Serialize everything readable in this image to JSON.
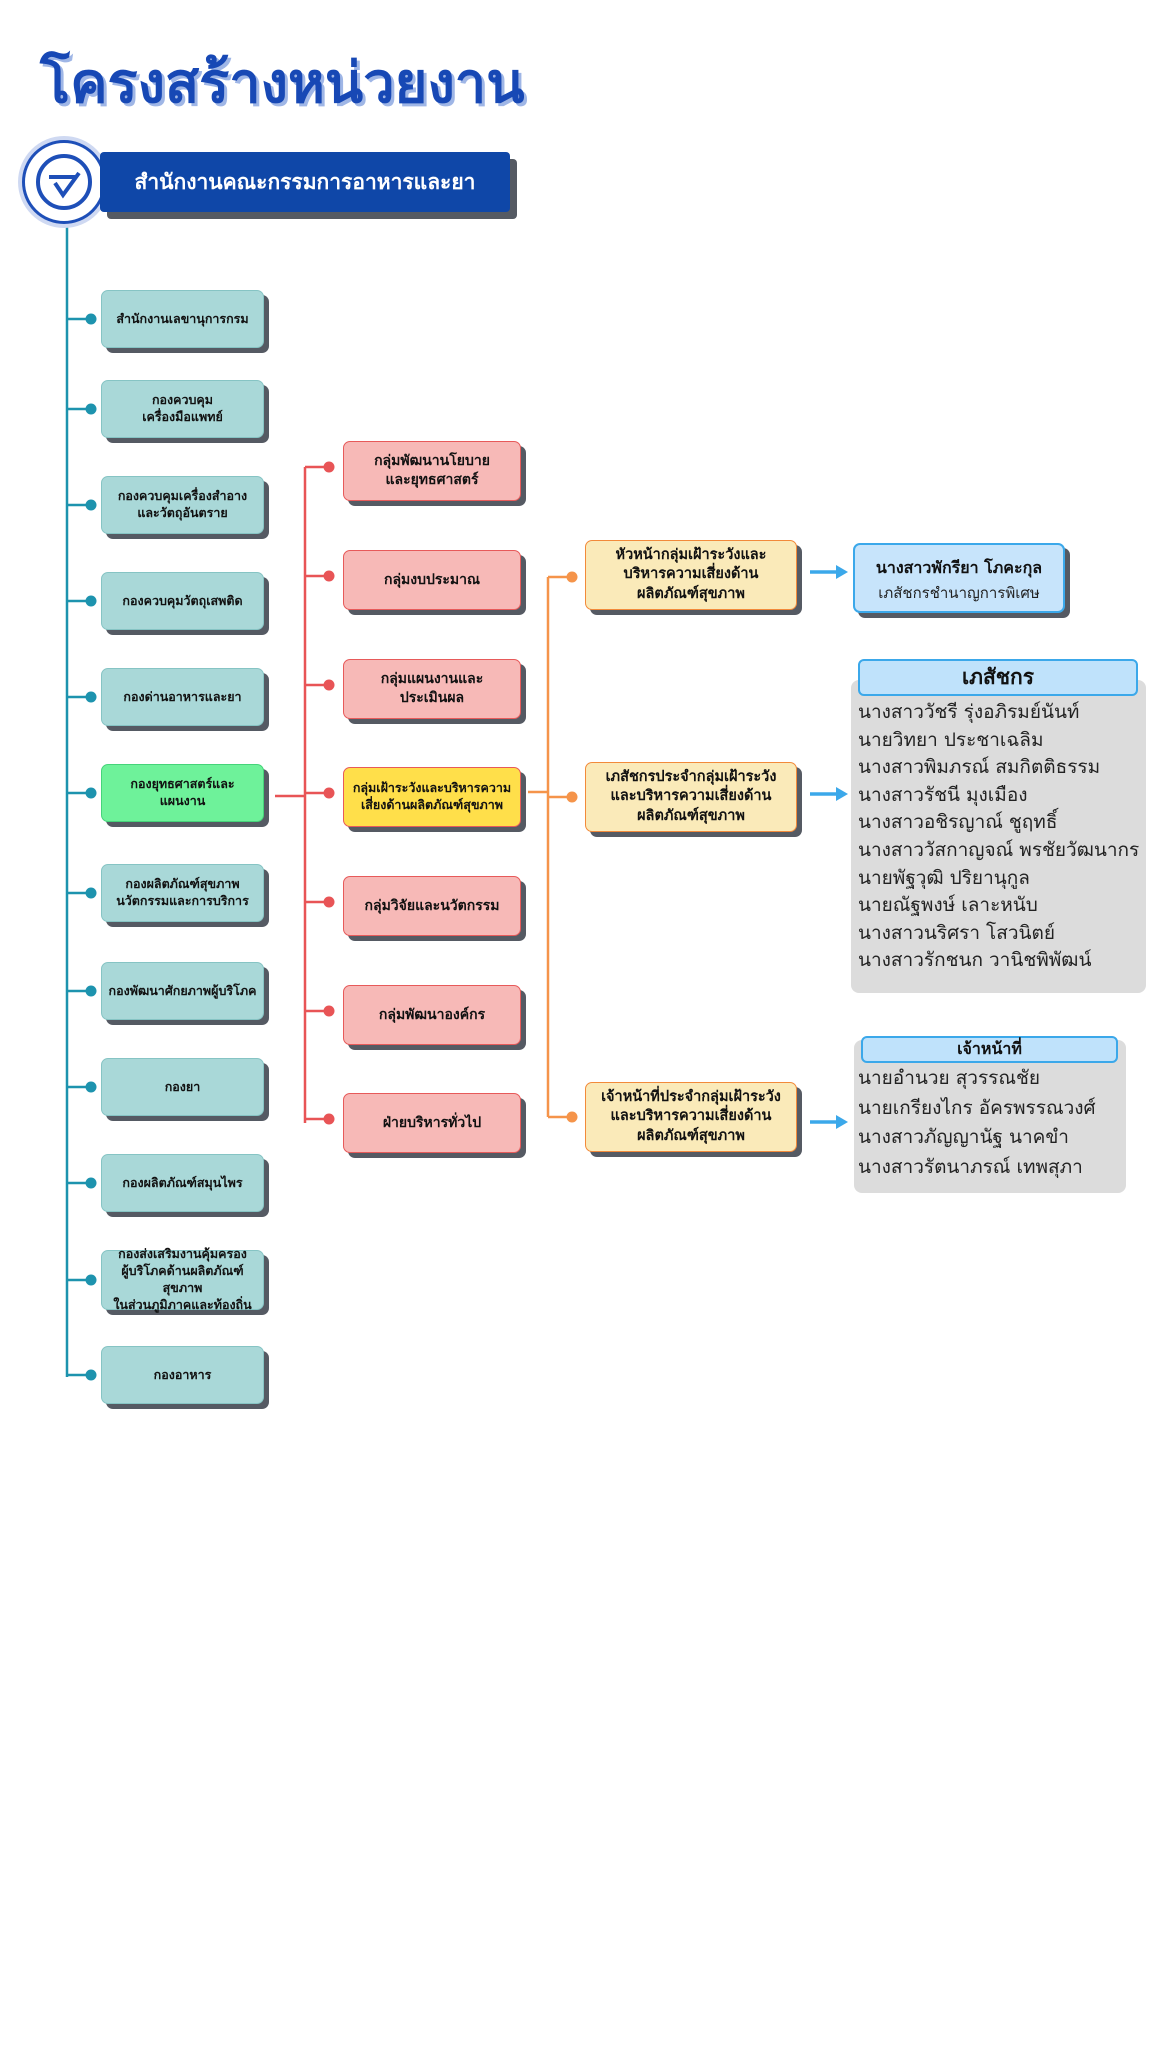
{
  "page_title": "โครงสร้างหน่วยงาน",
  "root": "สำนักงานคณะกรรมการอาหารและยา",
  "divisions": [
    "สำนักงานเลขานุการกรม",
    "กองควบคุม\nเครื่องมือแพทย์",
    "กองควบคุมเครื่องสำอาง\nและวัตถุอันตราย",
    "กองควบคุมวัตถุเสพติด",
    "กองด่านอาหารและยา",
    "กองยุทธศาสตร์และ\nแผนงาน",
    "กองผลิตภัณฑ์สุขภาพ\nนวัตกรรมและการบริการ",
    "กองพัฒนาศักยภาพผู้บริโภค",
    "กองยา",
    "กองผลิตภัณฑ์สมุนไพร",
    "กองส่งเสริมงานคุ้มครอง\nผู้บริโภคด้านผลิตภัณฑ์สุขภาพ\nในส่วนภูมิภาคและท้องถิ่น",
    "กองอาหาร"
  ],
  "groups": [
    "กลุ่มพัฒนานโยบาย\nและยุทธศาสตร์",
    "กลุ่มงบประมาณ",
    "กลุ่มแผนงานและ\nประเมินผล",
    "กลุ่มเฝ้าระวังและบริหารความ\nเสี่ยงด้านผลิตภัณฑ์สุขภาพ",
    "กลุ่มวิจัยและนวัตกรรม",
    "กลุ่มพัฒนาองค์กร",
    "ฝ่ายบริหารทั่วไป"
  ],
  "roles": [
    "หัวหน้ากลุ่มเฝ้าระวังและ\nบริหารความเสี่ยงด้าน\nผลิตภัณฑ์สุขภาพ",
    "เภสัชกรประจำกลุ่มเฝ้าระวัง\nและบริหารความเสี่ยงด้าน\nผลิตภัณฑ์สุขภาพ",
    "เจ้าหน้าที่ประจำกลุ่มเฝ้าระวัง\nและบริหารความเสี่ยงด้าน\nผลิตภัณฑ์สุขภาพ"
  ],
  "head_person": {
    "name": "นางสาวพักรียา  โภคะกุล",
    "position": "เภสัชกรชำนาญการพิเศษ"
  },
  "pharmacists": {
    "header": "เภสัชกร",
    "names": [
      "นางสาววัชรี รุ่งอภิรมย์นันท์",
      "นายวิทยา ประชาเฉลิม",
      "นางสาวพิมภรณ์ สมกิตติธรรม",
      "นางสาวรัชนี มุงเมือง",
      "นางสาวอชิรญาณ์ ชูฤทธิ์",
      "นางสาววัสกาญจณ์ พรชัยวัฒนากร",
      "นายพัฐวุฒิ ปริยานุกูล",
      "นายณัฐพงษ์ เลาะหนับ",
      "นางสาวนริศรา โสวนิตย์",
      "นางสาวรักชนก วานิชพิพัฒน์"
    ]
  },
  "staff": {
    "header": "เจ้าหน้าที่",
    "names": [
      "นายอำนวย สุวรรณชัย",
      "นายเกรียงไกร อัครพรรณวงศ์",
      "นางสาวภัญญานัฐ นาคขำ",
      "นางสาวรัตนาภรณ์ เทพสุภา"
    ]
  },
  "colors": {
    "title": "#1748b5",
    "root": "#0f47a8",
    "teal_line": "#1d93ae",
    "red_line": "#e85456",
    "orange_line": "#f5944a",
    "arrow": "#3ba8ea"
  }
}
